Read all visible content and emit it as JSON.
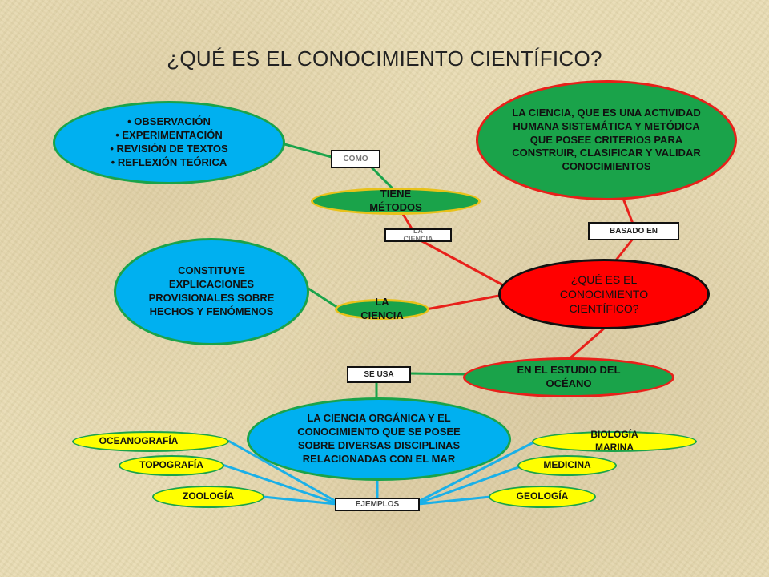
{
  "title": "¿QUÉ ES EL CONOCIMIENTO CIENTÍFICO?",
  "nodes": {
    "methods_list": [
      "OBSERVACIÓN",
      "EXPERIMENTACIÓN",
      "REVISIÓN DE TEXTOS",
      "REFLEXIÓN TEÓRICA"
    ],
    "science_definition": "LA CIENCIA, QUE ES UNA ACTIVIDAD HUMANA SISTEMÁTICA Y METÓDICA QUE POSEE CRITERIOS PARA CONSTRUIR, CLASIFICAR Y VALIDAR CONOCIMIENTOS",
    "tiene_metodos": "TIENE MÉTODOS",
    "explanations": "CONSTITUYE EXPLICACIONES PROVISIONALES SOBRE HECHOS Y FENÓMENOS",
    "la_ciencia": "LA CIENCIA",
    "central": "¿QUÉ ES EL CONOCIMIENTO CIENTÍFICO?",
    "ocean_study": "EN EL ESTUDIO DEL OCÉANO",
    "organized_science": "LA CIENCIA ORGÁNICA Y EL CONOCIMIENTO QUE SE POSEE SOBRE DIVERSAS DISCIPLINAS RELACIONADAS CON EL MAR",
    "oceanografia": "OCEANOGRAFÍA",
    "topografia": "TOPOGRAFÍA",
    "zoologia": "ZOOLOGÍA",
    "biologia_marina": "BIOLOGÍA MARINA",
    "medicina": "MEDICINA",
    "geologia": "GEOLOGÍA"
  },
  "labels": {
    "como": "COMO",
    "la_ciencia": "LA CIENCIA",
    "basado_en": "BASADO EN",
    "se_usa": "SE USA",
    "ejemplos": "EJEMPLOS"
  },
  "colors": {
    "blue": "#00b0f0",
    "green": "#1aa34a",
    "red": "#ff0000",
    "yellow": "#ffff00",
    "connector_green": "#1aa34a",
    "connector_red": "#e8201a",
    "connector_blue": "#1ab0e8"
  }
}
